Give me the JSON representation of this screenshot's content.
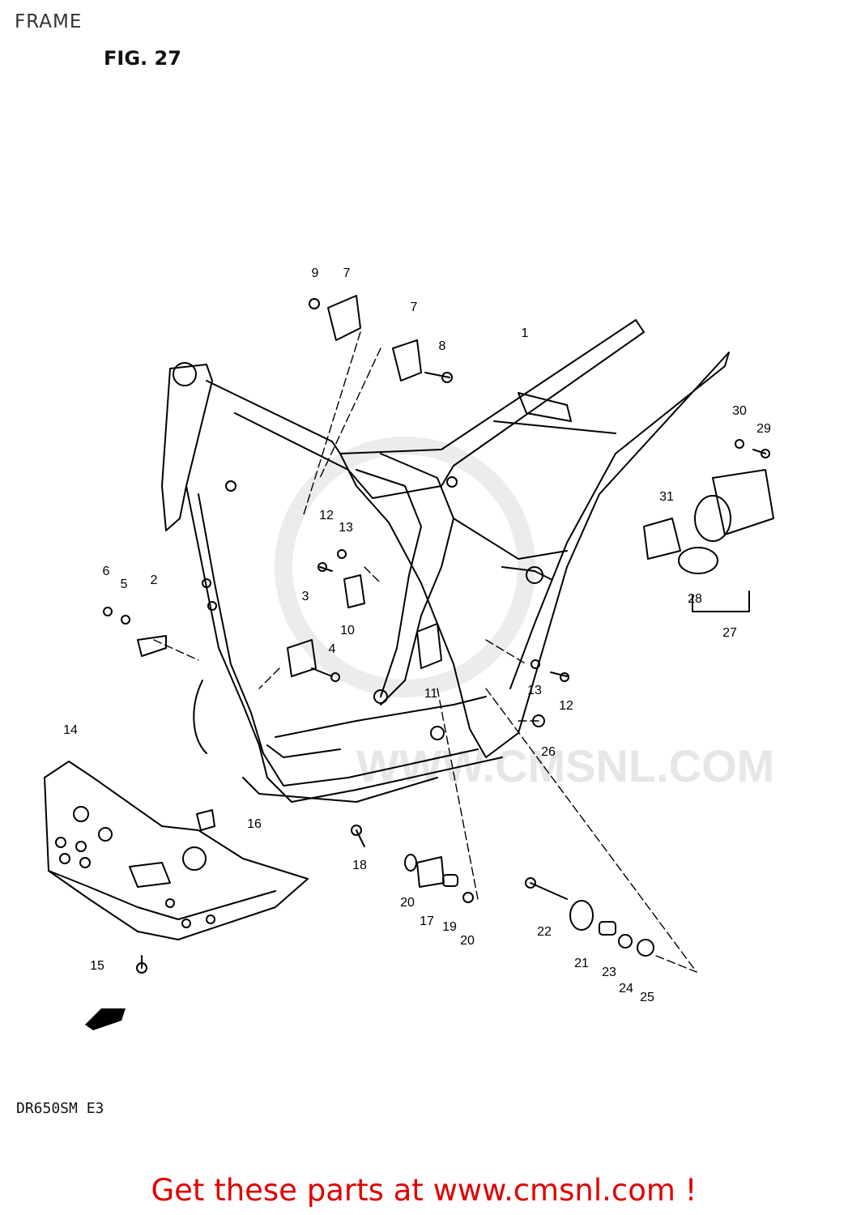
{
  "header": {
    "title": "FRAME",
    "figure": "FIG. 27"
  },
  "footer": {
    "model": "DR650SM  E3",
    "promo": "Get these parts at www.cmsnl.com !"
  },
  "watermark": {
    "text": "WWW.CMSNL.COM"
  },
  "colors": {
    "promo": "#e00000",
    "linework": "#000000",
    "watermark": "#e6e6e6"
  },
  "callouts": [
    "1",
    "2",
    "3",
    "4",
    "5",
    "6",
    "7",
    "7",
    "8",
    "9",
    "10",
    "11",
    "12",
    "12",
    "13",
    "13",
    "14",
    "15",
    "16",
    "17",
    "18",
    "19",
    "20",
    "20",
    "21",
    "22",
    "23",
    "24",
    "25",
    "26",
    "27",
    "28",
    "29",
    "30",
    "31"
  ]
}
